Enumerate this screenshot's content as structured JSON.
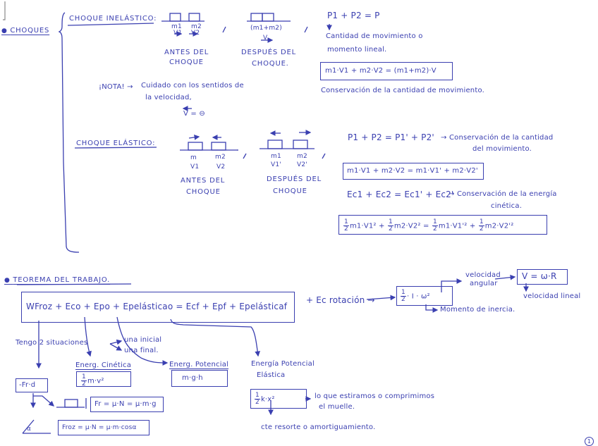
{
  "page": {
    "ink_color": "#3a3fb0",
    "background": "#ffffff",
    "page_number": "1"
  },
  "choques": {
    "heading": "CHOQUES",
    "inelastico": {
      "title": "CHOQUE INELÁSTICO:",
      "before": {
        "m1": "m1",
        "m2": "m2",
        "v1": "V1",
        "v2": "V2",
        "caption_1": "ANTES DEL",
        "caption_2": "CHOQUE"
      },
      "after": {
        "mass": "(m1+m2)",
        "v": "V",
        "caption_1": "DESPUÉS DEL",
        "caption_2": "CHOQUE."
      },
      "separator": ";",
      "momentum_eq": "P1 + P2 = P",
      "momentum_note_1": "Cantidad de movimiento o",
      "momentum_note_2": "momento lineal.",
      "boxed_eq": "m1·V1 + m2·V2 = (m1+m2)·V",
      "conservation": "Conservación de la cantidad de movimiento.",
      "nota_label": "¡NOTA! →",
      "nota_1": "Cuidado con los sentidos de",
      "nota_2": "la velocidad,",
      "nota_eq": "V = ⊖"
    },
    "elastico": {
      "title": "CHOQUE ELÁSTICO:",
      "before": {
        "m1": "m",
        "m2": "m2",
        "v1": "V1",
        "v2": "V2",
        "caption_1": "ANTES DEL",
        "caption_2": "CHOQUE"
      },
      "after": {
        "m1": "m1",
        "m2": "m2",
        "v1": "V1'",
        "v2": "V2'",
        "caption_1": "DESPUÉS DEL",
        "caption_2": "CHOQUE"
      },
      "separator": ";",
      "momentum_eq": "P1 + P2 = P1' + P2'",
      "momentum_note_1": "→ Conservación de la cantidad",
      "momentum_note_2": "del movimiento.",
      "boxed_momentum": "m1·V1 + m2·V2 = m1·V1' + m2·V2'",
      "energy_eq": "Ec1 + Ec2 = Ec1' + Ec2'",
      "energy_note_1": "→ Conservación de la energía",
      "energy_note_2": "cinética.",
      "boxed_energy_lhs": "m1·V1² + ",
      "boxed_energy_mid": "m2·V2² = ",
      "boxed_energy_r1": "m1·V1'² + ",
      "boxed_energy_r2": "m2·V2'²",
      "half_num": "1",
      "half_den": "2"
    }
  },
  "trabajo": {
    "heading": "TEOREMA DEL TRABAJO.",
    "main_eq": "WFroz + Eco + Epo + Epelásticao = Ecf + Epf + Epelásticaf",
    "rot_term": "+ Ec rotación →",
    "rot_box_mid": "· I · ω²",
    "angular_label_1": "velocidad",
    "angular_label_2": "angular",
    "linear_eq": "V = ω·R",
    "linear_label": "velocidad lineal",
    "inertia_label": "Momento de inercia.",
    "situations": "Tengo 2 situaciones",
    "sit_inicial": "una inicial",
    "sit_final": "una final.",
    "friction_work": "-Fr·d",
    "kinetic_label": "Energ. Cinética",
    "kinetic_formula": "m·v²",
    "potential_label": "Energ. Potencial",
    "potential_formula": "m·g·h",
    "elastic_label_1": "Energía Potencial",
    "elastic_label_2": "Elástica",
    "elastic_formula": "k·x²",
    "elastic_note_1": "lo que estiramos o comprimimos",
    "elastic_note_2": "el muelle.",
    "elastic_const": "cte resorte o amortiguamiento.",
    "friction_flat": "Fr = μ·N = μ·m·g",
    "friction_incline": "Froz = μ·N = μ·m·cosα",
    "incline_angle": "α"
  }
}
